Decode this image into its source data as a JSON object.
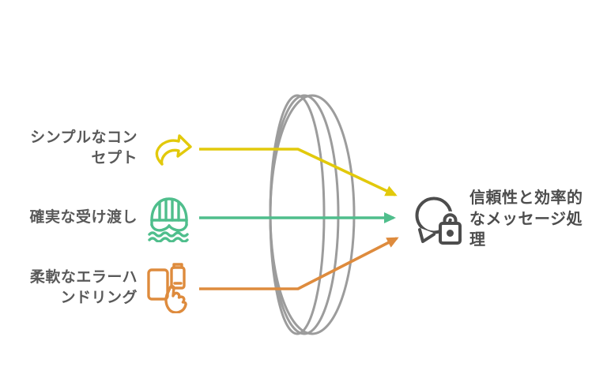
{
  "diagram": {
    "features": [
      {
        "label": "シンプルなコンセプト",
        "lines": [
          "シンプルなコン",
          "セプト"
        ],
        "icon": "curved-arrow-icon",
        "color": "#E2C90B"
      },
      {
        "label": "確実な受け渡し",
        "lines": [
          "確実な受け渡し"
        ],
        "icon": "boat-over-waves-icon",
        "color": "#4FBE8C"
      },
      {
        "label": "柔軟なエラーハンドリング",
        "lines": [
          "柔軟なエラーハ",
          "ンドリング"
        ],
        "icon": "devices-touch-hand-icon",
        "color": "#DE8B3D"
      }
    ],
    "output": {
      "label": "信頼性と効率的なメッセージ処理",
      "lines": [
        "信頼性と効率的",
        "なメッセージ処",
        "理"
      ],
      "icon": "secure-chat-lock-icon",
      "color": "#4D4D4D"
    },
    "lens_color": "#9C9C9C",
    "label_color": "#595959",
    "background_color": "#FFFFFF"
  }
}
